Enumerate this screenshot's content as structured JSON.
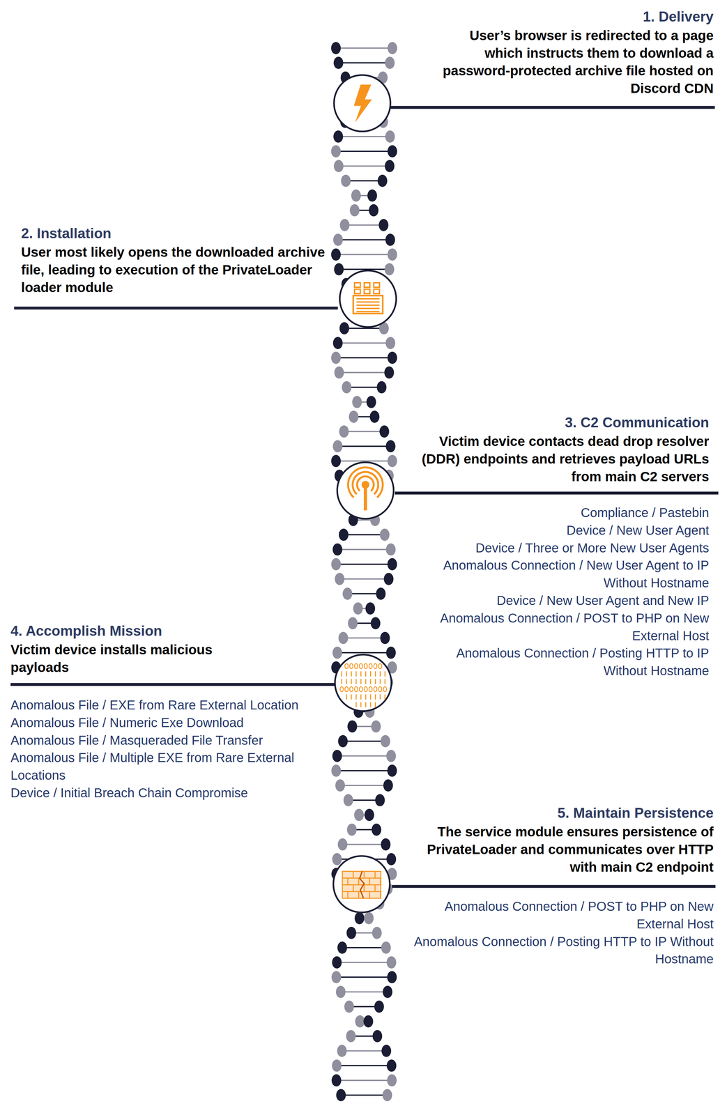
{
  "diagram": {
    "labels": [
      "1. Delivery",
      "User’s browser is redirected to a page which instructs them to download a password-protected archive file hosted on Discord CDN",
      "2. Installation",
      "User most likely opens the downloaded archive file, leading to execution of the PrivateLoader loader module",
      "3. C2 Communication",
      "Victim device contacts dead drop resolver (DDR) endpoints and retrieves payload URLs from main C2 servers",
      "Compliance / Pastebin",
      "Device / New User Agent",
      "Device / Three or More New User Agents",
      "Anomalous Connection / New User Agent to IP Without Hostname",
      "Device / New User Agent and New IP",
      "Anomalous Connection / POST to PHP on New External Host",
      "Anomalous Connection / Posting HTTP to IP Without Hostname",
      "4. Accomplish Mission",
      "Victim device installs malicious payloads",
      "Anomalous File / EXE from Rare External Location",
      "Anomalous File / Numeric Exe Download",
      "Anomalous File / Masqueraded File Transfer",
      "Anomalous File / Multiple EXE from Rare External Locations",
      "Device / Initial Breach Chain Compromise",
      "5. Maintain Persistence",
      "The service module ensures persistence of PrivateLoader and communicates over HTTP with main C2 endpoint",
      "Anomalous Connection / POST to PHP on New External Host",
      "Anomalous Connection / Posting HTTP to IP Without Hostname"
    ]
  }
}
